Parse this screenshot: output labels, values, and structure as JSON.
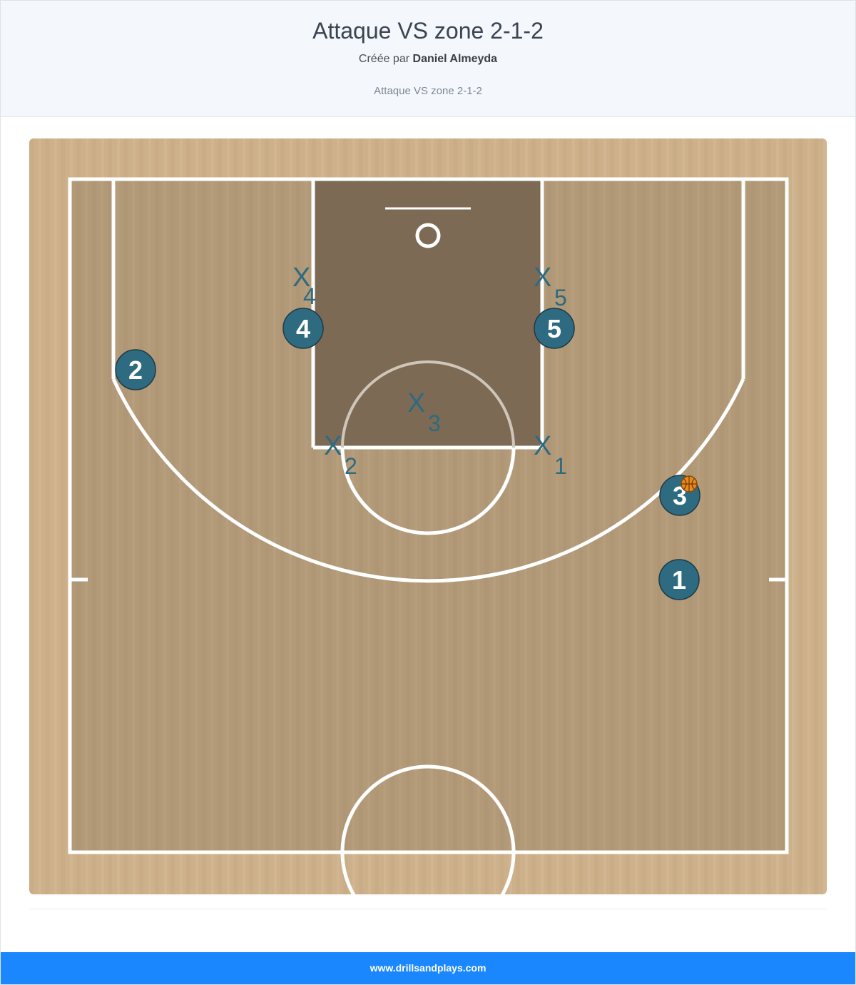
{
  "header": {
    "title": "Attaque VS zone 2-1-2",
    "created_by_prefix": "Créée par",
    "author": "Daniel Almeyda",
    "subtitle": "Attaque VS zone 2-1-2"
  },
  "diagram": {
    "offense": [
      {
        "number": "1",
        "has_ball": false
      },
      {
        "number": "2",
        "has_ball": false
      },
      {
        "number": "3",
        "has_ball": true
      },
      {
        "number": "4",
        "has_ball": false
      },
      {
        "number": "5",
        "has_ball": false
      }
    ],
    "defense": [
      {
        "mark": "X",
        "number": "1"
      },
      {
        "mark": "X",
        "number": "2"
      },
      {
        "mark": "X",
        "number": "3"
      },
      {
        "mark": "X",
        "number": "4"
      },
      {
        "mark": "X",
        "number": "5"
      }
    ],
    "colors": {
      "offense_fill": "#2f6b80",
      "defense_text": "#2e6a80",
      "court_wood": "#b39b7a",
      "court_outer": "#cdb08a",
      "paint": "#7c6a55",
      "lines": "#ffffff",
      "ball": "#e8891c"
    }
  },
  "footer": {
    "site": "www.drillsandplays.com"
  }
}
